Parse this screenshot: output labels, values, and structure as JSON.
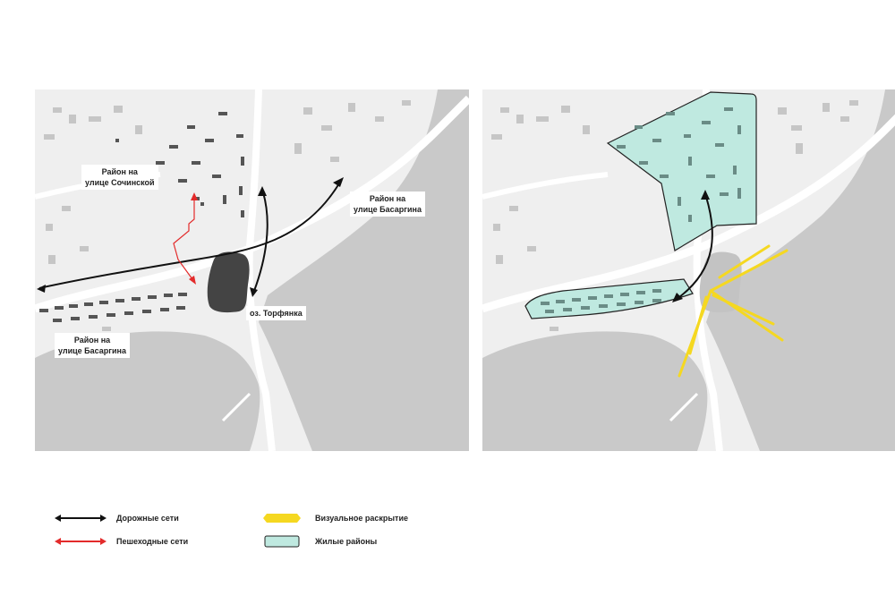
{
  "labels": {
    "sochinskaya": {
      "line1": "Район на",
      "line2": "улице Сочинской"
    },
    "basargina_east": {
      "line1": "Район на",
      "line2": "улице Басаргина"
    },
    "basargina_south": {
      "line1": "Район на",
      "line2": "улице Басаргина"
    },
    "lake": "оз. Торфянка"
  },
  "legend": {
    "road": "Дорожные сети",
    "pedestrian": "Пешеходные сети",
    "visual": "Визуальное раскрытие",
    "residential": "Жилые районы"
  },
  "colors": {
    "land": "#efefef",
    "water": "#c9c9c9",
    "road": "#ffffff",
    "building": "#c6c6c6",
    "building_dark": "#555555",
    "lake": "#444444",
    "road_network": "#111111",
    "pedestrian_network": "#e32b2b",
    "visual": "#f5d821",
    "residential_fill": "#bfe9e0",
    "residential_stroke": "#222222"
  }
}
